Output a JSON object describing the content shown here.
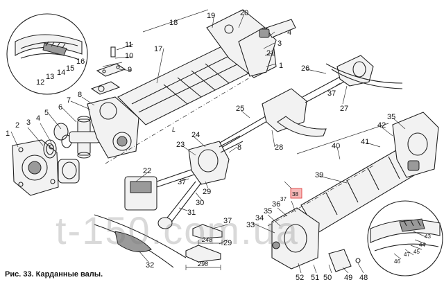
{
  "caption": "Рис. 33. Карданные валы.",
  "watermark": "t-150.com.ua",
  "highlight_color": "#f6b8b8",
  "dimensions": {
    "d1": "248",
    "d2": "298",
    "length_mark": "L"
  },
  "callouts": [
    "1",
    "2",
    "3",
    "4",
    "5",
    "6",
    "7",
    "8",
    "9",
    "10",
    "11",
    "12",
    "13",
    "14",
    "15",
    "16",
    "17",
    "18",
    "19",
    "20",
    "21",
    "22",
    "23",
    "24",
    "25",
    "26",
    "27",
    "28",
    "29",
    "30",
    "31",
    "32",
    "33",
    "34",
    "35",
    "36",
    "37",
    "38",
    "39",
    "40",
    "41",
    "42",
    "43",
    "44",
    "45",
    "46",
    "47",
    "48",
    "49",
    "50",
    "51",
    "52"
  ]
}
